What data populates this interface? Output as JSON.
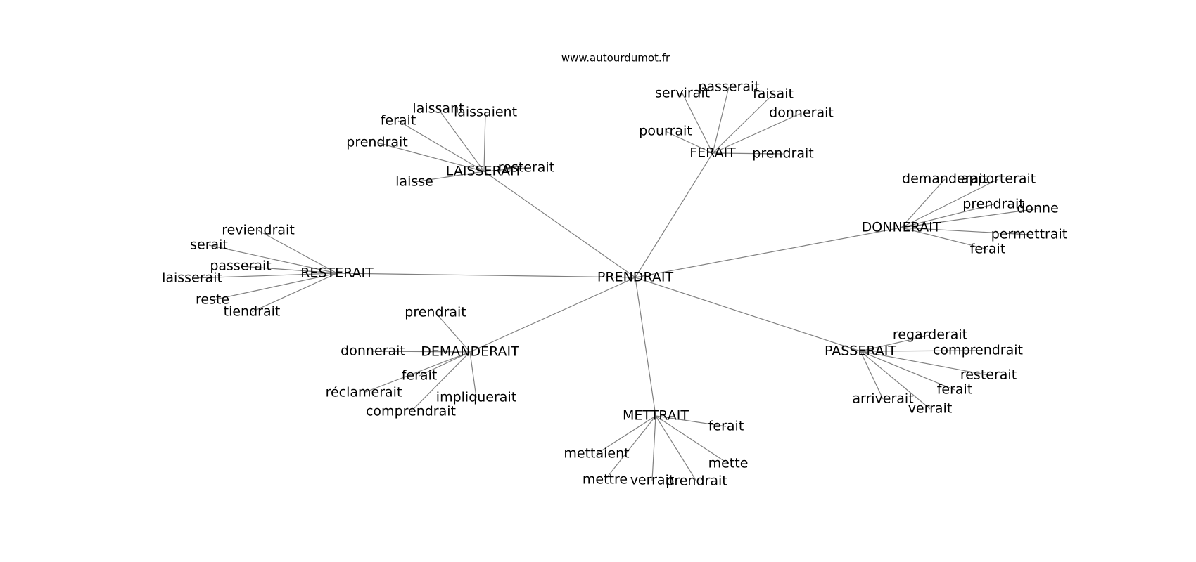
{
  "site": "www.autourdumot.fr",
  "graph": {
    "center": "PRENDRAIT",
    "hubs": [
      {
        "label": "LAISSERAIT",
        "leaves": [
          "laissant",
          "laissaient",
          "ferait",
          "prendrait",
          "resterait",
          "laisse"
        ]
      },
      {
        "label": "FERAIT",
        "leaves": [
          "servirait",
          "passerait",
          "faisait",
          "donnerait",
          "pourrait",
          "prendrait"
        ]
      },
      {
        "label": "DONNERAIT",
        "leaves": [
          "demanderait",
          "apporterait",
          "prendrait",
          "donne",
          "permettrait",
          "ferait"
        ]
      },
      {
        "label": "RESTERAIT",
        "leaves": [
          "reviendrait",
          "serait",
          "passerait",
          "laisserait",
          "reste",
          "tiendrait"
        ]
      },
      {
        "label": "DEMANDERAIT",
        "leaves": [
          "prendrait",
          "donnerait",
          "ferait",
          "réclamerait",
          "impliquerait",
          "comprendrait"
        ]
      },
      {
        "label": "PASSERAIT",
        "leaves": [
          "regarderait",
          "comprendrait",
          "resterait",
          "ferait",
          "arriverait",
          "verrait"
        ]
      },
      {
        "label": "METTRAIT",
        "leaves": [
          "ferait",
          "mettaient",
          "mette",
          "mettre",
          "verrait",
          "prendrait"
        ]
      }
    ]
  }
}
